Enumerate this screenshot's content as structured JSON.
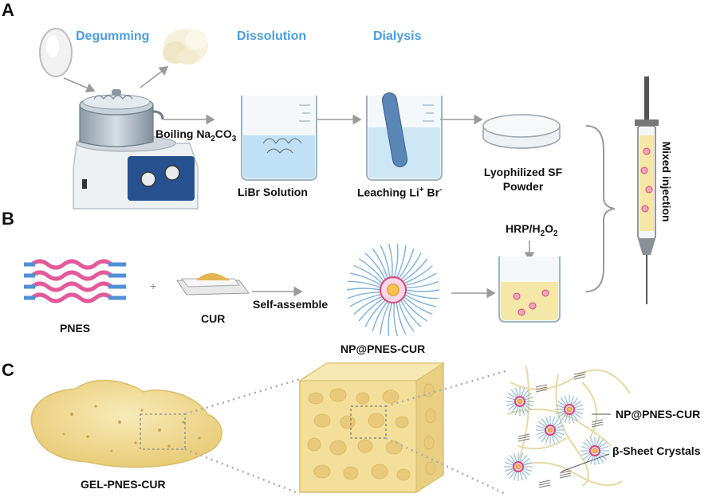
{
  "panels": {
    "a": "A",
    "b": "B",
    "c": "C"
  },
  "steps": {
    "degumming": "Degumming",
    "dissolution": "Dissolution",
    "dialysis": "Dialysis"
  },
  "labels": {
    "boiling_pre": "Boiling Na",
    "boiling_sub1": "2",
    "boiling_mid": "CO",
    "boiling_sub2": "3",
    "libr": "LiBr Solution",
    "leaching_pre": "Leaching Li",
    "leaching_sup1": "+",
    "leaching_mid": " Br",
    "leaching_sup2": "-",
    "lyophilized_line1": "Lyophilized SF",
    "lyophilized_line2": "Powder",
    "mixed_injection": "Mixed injection",
    "hrp_pre": "HRP/H",
    "hrp_sub1": "2",
    "hrp_mid": "O",
    "hrp_sub2": "2",
    "pnes": "PNES",
    "cur": "CUR",
    "self_assemble": "Self-assemble",
    "np_pnes_cur": "NP@PNES-CUR",
    "gel": "GEL-PNES-CUR",
    "np_pnes_cur_c": "NP@PNES-CUR",
    "beta_sheet": "β-Sheet Crystals"
  },
  "colors": {
    "step_blue": "#4a9de0",
    "arrow_grey": "#9a9a9a",
    "gel_yellow": "#f1dc98",
    "micelle_pink": "#d9467c",
    "micelle_blue": "#7fb0d8",
    "liquid_blue": "#bfe0f5",
    "liquid_yellow": "#f5e7a8"
  }
}
